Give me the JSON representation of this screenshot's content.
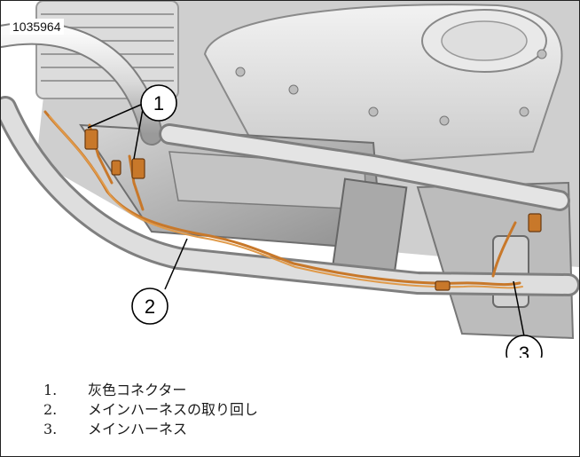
{
  "figure_id": "1035964",
  "callouts": [
    {
      "number": "1",
      "label": "灰色コネクター"
    },
    {
      "number": "2",
      "label": "メインハーネスの取り回し"
    },
    {
      "number": "3",
      "label": "メインハーネス"
    }
  ],
  "legend": [
    {
      "number": "1.",
      "label": "灰色コネクター"
    },
    {
      "number": "2.",
      "label": "メインハーネスの取り回し"
    },
    {
      "number": "3.",
      "label": "メインハーネス"
    }
  ],
  "colors": {
    "harness": "#c8782a",
    "metal_light": "#e6e6e6",
    "metal_mid": "#bdbdbd",
    "metal_dark": "#8a8a8a"
  }
}
